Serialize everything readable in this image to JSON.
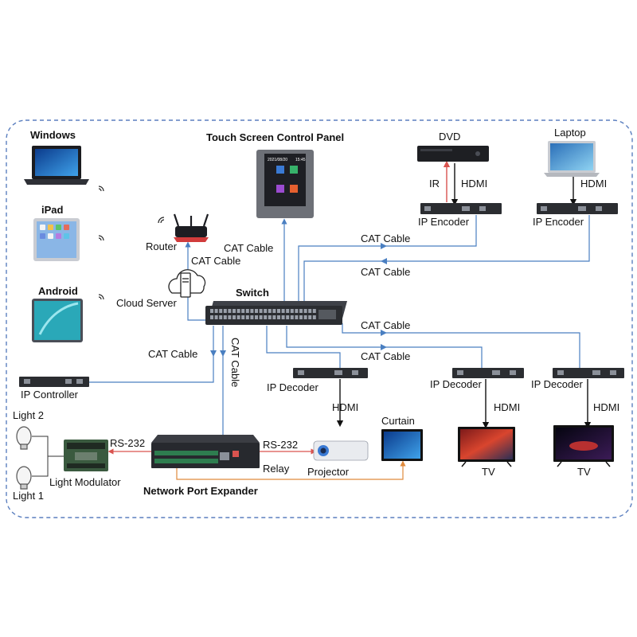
{
  "colors": {
    "cat_cable": "#4a7fc1",
    "rs232": "#d9534f",
    "relay": "#e08a3c",
    "frame": "#5b7fbf",
    "device_dark": "#2b2d31"
  },
  "devices": {
    "windows": "Windows",
    "ipad": "iPad",
    "android": "Android",
    "router": "Router",
    "cloud_server": "Cloud Server",
    "touch_panel": "Touch Screen Control Panel",
    "touch_panel_date": "2021/08/20",
    "touch_panel_time": "15:45",
    "switch": "Switch",
    "dvd": "DVD",
    "laptop": "Laptop",
    "ip_encoder_1": "IP Encoder",
    "ip_encoder_2": "IP Encoder",
    "ip_controller": "IP Controller",
    "ip_decoder_1": "IP Decoder",
    "ip_decoder_2": "IP Decoder",
    "ip_decoder_3": "IP Decoder",
    "light_1": "Light 1",
    "light_2": "Light 2",
    "light_modulator": "Light Modulator",
    "network_port_expander": "Network Port Expander",
    "projector": "Projector",
    "curtain": "Curtain",
    "tv_1": "TV",
    "tv_2": "TV"
  },
  "connections": {
    "cat_router": "CAT Cable",
    "cat_panel": "CAT Cable",
    "cat_encoder_1": "CAT Cable",
    "cat_encoder_2": "CAT Cable",
    "cat_decoder_2": "CAT Cable",
    "cat_decoder_1": "CAT Cable",
    "cat_controller": "CAT Cable",
    "cat_expander": "CAT Cable",
    "ir": "IR",
    "hdmi_dvd": "HDMI",
    "hdmi_laptop": "HDMI",
    "hdmi_decoder_1": "HDMI",
    "hdmi_decoder_2": "HDMI",
    "hdmi_decoder_3": "HDMI",
    "rs232_modulator": "RS-232",
    "rs232_projector": "RS-232",
    "relay": "Relay"
  }
}
